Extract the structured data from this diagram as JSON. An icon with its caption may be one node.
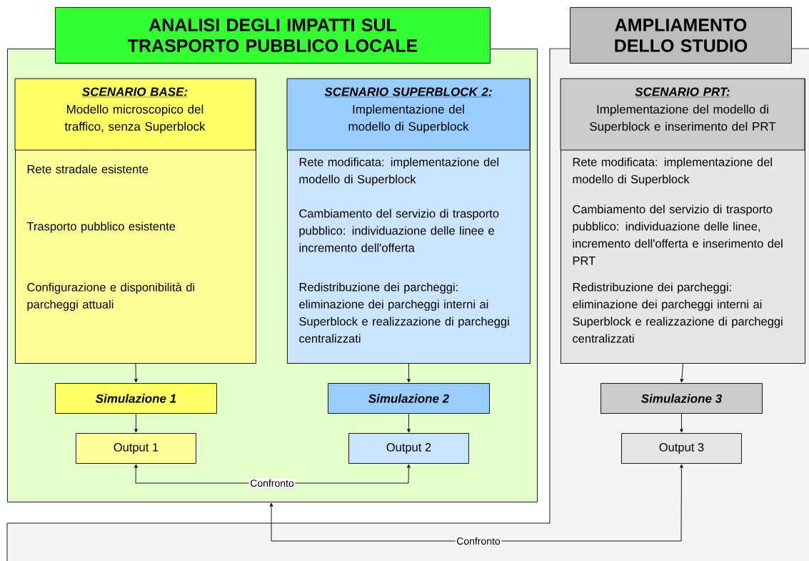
{
  "diagram": {
    "nodes": [
      {
        "text": [
          "ANALISI DEGLI IMPATTI SUL TRASPORTO PUBBLICO LOCALE"
        ]
      },
      {
        "text": [
          "AMPLIAMENTO DELLO STUDIO"
        ]
      },
      {
        "text": [
          "SCENARIO BASE:",
          "Modello microscopico del traffico, senza Superblock",
          "Rete stradale esistente",
          "Trasporto pubblico esistente",
          "Configurazione e disponibilità di parcheggi attuali"
        ],
        "in": 0
      },
      {
        "text": [
          "SCENARIO SUPERBLOCK 2:",
          "Implementazione del modello di Superblock",
          "Rete modificata: implementazione del modello di Superblock",
          "Cambiamento del servizio di trasporto pubblico: individuazione delle linee e incremento dell'offerta",
          "Redistribuzione dei parcheggi: eliminazione dei parcheggi interni ai Superblock e realizzazione di parcheggi centralizzati"
        ],
        "in": 0
      },
      {
        "text": [
          "SCENARIO PRT:",
          "Implementazione del modello di Superblock e inserimento del PRT",
          "Rete modificata: implementazione del modello di Superblock",
          "Cambiamento del servizio di trasporto pubblico: individuazione delle linee, incremento dell'offerta e inserimento del PRT",
          "Redistribuzione dei parcheggi: eliminazione dei parcheggi interni ai Superblock e realizzazione di parcheggi centralizzati"
        ],
        "in": 1
      },
      {
        "text": [
          "Simulazione 1"
        ],
        "in": 0
      },
      {
        "text": [
          "Output 1"
        ],
        "in": 0
      },
      {
        "text": [
          "Simulazione 2"
        ],
        "in": 0
      },
      {
        "text": [
          "Output 2"
        ],
        "in": 0
      },
      {
        "text": [
          "Simulazione 3"
        ],
        "in": 1
      },
      {
        "text": [
          "Output 3"
        ],
        "in": 1
      }
    ],
    "edges": [
      {
        "from": 2,
        "to": 5,
        "arrow": "to"
      },
      {
        "from": 5,
        "to": 6,
        "arrow": "to"
      },
      {
        "from": 3,
        "to": 7,
        "arrow": "to"
      },
      {
        "from": 7,
        "to": 8,
        "arrow": "to"
      },
      {
        "from": 4,
        "to": 9,
        "arrow": "to"
      },
      {
        "from": 9,
        "to": 10,
        "arrow": "to"
      },
      {
        "from": 6,
        "to": 8,
        "arrow": "both",
        "label": "Confronto"
      },
      {
        "from": 10,
        "to": 0,
        "arrow": "both",
        "label": "Confronto"
      }
    ]
  }
}
